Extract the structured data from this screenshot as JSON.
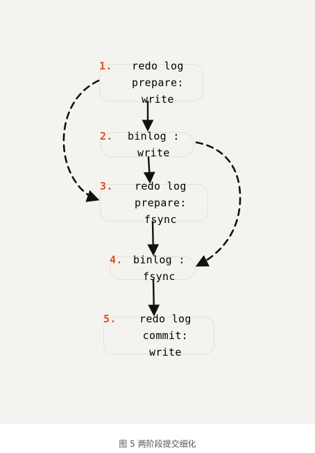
{
  "colors": {
    "background": "#f4f3ef",
    "dark_node": "#4a7c3a",
    "dark_text": "#f3f1d7",
    "light_node": "#c7e3a6",
    "light_text": "#2c3a22",
    "step_number": "#e0521f",
    "arrow": "#111111"
  },
  "nodes": [
    {
      "id": "n1",
      "number": "1.",
      "label": "redo log prepare:\nwrite",
      "style": "dark"
    },
    {
      "id": "n2",
      "number": "2.",
      "label": "binlog : write",
      "style": "light"
    },
    {
      "id": "n3",
      "number": "3.",
      "label": "redo log prepare:\nfsync",
      "style": "dark"
    },
    {
      "id": "n4",
      "number": "4.",
      "label": "binlog : fsync",
      "style": "light"
    },
    {
      "id": "n5",
      "number": "5.",
      "label": "redo log commit:\nwrite",
      "style": "dark"
    }
  ],
  "edges": [
    {
      "from": "n1",
      "to": "n2",
      "kind": "solid"
    },
    {
      "from": "n2",
      "to": "n3",
      "kind": "solid"
    },
    {
      "from": "n3",
      "to": "n4",
      "kind": "solid"
    },
    {
      "from": "n4",
      "to": "n5",
      "kind": "solid"
    },
    {
      "from": "n1",
      "to": "n3",
      "kind": "dashed"
    },
    {
      "from": "n2",
      "to": "n4",
      "kind": "dashed"
    }
  ],
  "caption": "图 5 两阶段提交细化"
}
